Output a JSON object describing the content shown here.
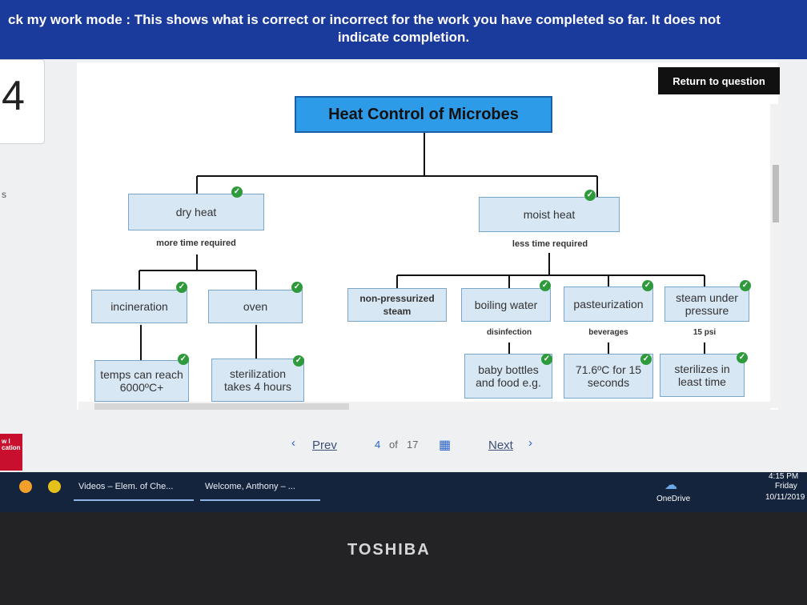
{
  "banner": {
    "line1": "ck my work mode : This shows what is correct or incorrect for the work you have completed so far. It does not",
    "line2": "indicate completion."
  },
  "sidebar": {
    "question_number": "4",
    "letter": "s"
  },
  "return_button": "Return to question",
  "concept_map": {
    "title": "Heat Control of Microbes",
    "dry_heat": {
      "label": "dry heat",
      "note": "more time required",
      "children": [
        {
          "label": "incineration",
          "detail": "temps can reach 6000ºC+"
        },
        {
          "label": "oven",
          "detail": "sterilization takes 4 hours"
        }
      ]
    },
    "moist_heat": {
      "label": "moist heat",
      "note": "less time required",
      "children": [
        {
          "label": "non-pressurized steam",
          "note": "",
          "detail": ""
        },
        {
          "label": "boiling water",
          "note": "disinfection",
          "detail": "baby bottles and food e.g."
        },
        {
          "label": "pasteurization",
          "note": "beverages",
          "detail": "71.6ºC for 15 seconds"
        },
        {
          "label": "steam under pressure",
          "note": "15 psi",
          "detail": "sterilizes in least time"
        }
      ]
    }
  },
  "pager": {
    "prev": "Prev",
    "current": "4",
    "of": "of",
    "total": "17",
    "next": "Next"
  },
  "brand_card": "w\nl\ncation",
  "taskbar": {
    "tasks": [
      "Videos – Elem. of Che...",
      "Welcome, Anthony – ..."
    ],
    "onedrive": "OneDrive",
    "time": "4:15 PM",
    "day": "Friday",
    "date": "10/11/2019"
  },
  "bezel_brand": "TOSHIBA",
  "colors": {
    "banner": "#1a3a9c",
    "title_box": "#2e9be8",
    "node_box": "#d8e7f4",
    "check": "#2e9a3c"
  }
}
